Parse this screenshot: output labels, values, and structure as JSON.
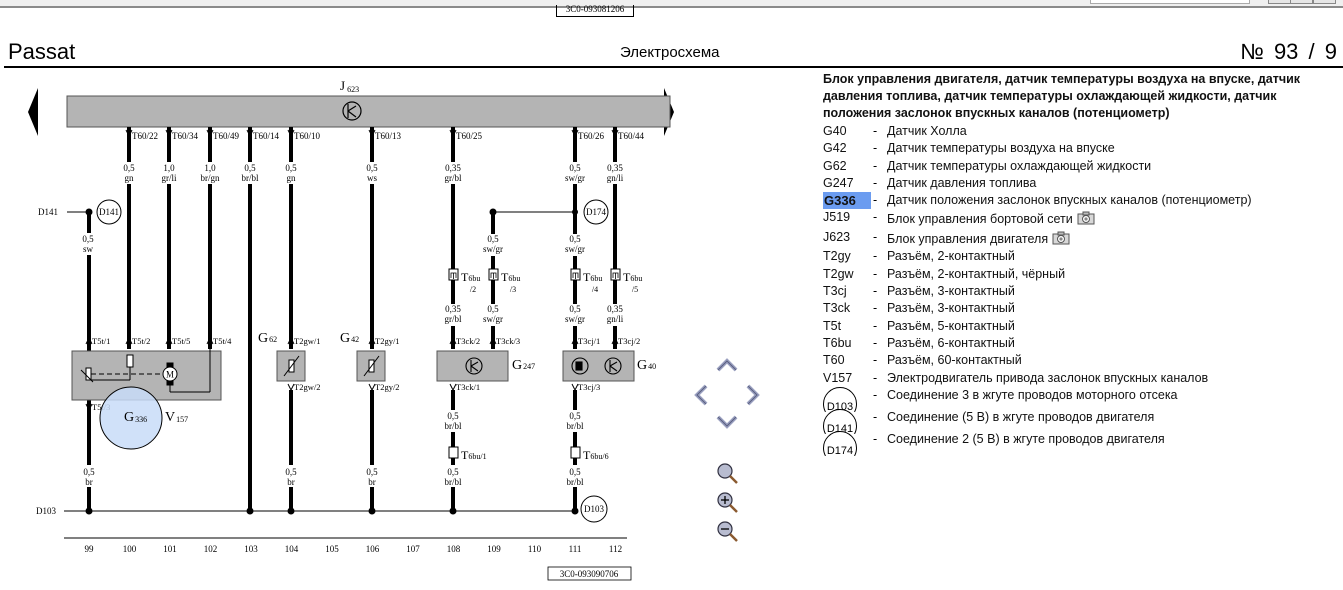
{
  "window": {
    "top_code": "3C0-093081206"
  },
  "header": {
    "model": "Passat",
    "title": "Электросхема",
    "page_number": "№ 93 / 9"
  },
  "diagram": {
    "control_unit": {
      "label": "J",
      "sub": "623"
    },
    "top_pins": [
      "T60/22",
      "T60/34",
      "T60/49",
      "T60/14",
      "T60/10",
      "T60/13",
      "T60/25",
      "T60/26",
      "T60/44"
    ],
    "wires_top": [
      {
        "size": "0,5",
        "color": "gn"
      },
      {
        "size": "1,0",
        "color": "gr/li"
      },
      {
        "size": "1,0",
        "color": "br/gn"
      },
      {
        "size": "0,5",
        "color": "br/bl"
      },
      {
        "size": "0,5",
        "color": "gn"
      },
      {
        "size": "0,5",
        "color": "ws"
      },
      {
        "size": "0,35",
        "color": "gr/bl"
      },
      {
        "size": "0,5",
        "color": "sw/gr"
      },
      {
        "size": "0,35",
        "color": "gn/li"
      }
    ],
    "d141": {
      "label": "D141",
      "wire_size": "0,5",
      "wire_color": "sw"
    },
    "d174": {
      "label": "D174"
    },
    "d103": {
      "label": "D103"
    },
    "mid_wires": [
      {
        "size": "0,5",
        "color": "sw/gr"
      },
      {
        "size": "0,5",
        "color": "sw/gr"
      }
    ],
    "t6bu_connectors": [
      {
        "main": "T6bu",
        "pin": "/2"
      },
      {
        "main": "T6bu",
        "pin": "/3"
      },
      {
        "main": "T6bu",
        "pin": "/4"
      },
      {
        "main": "T6bu",
        "pin": "/5"
      }
    ],
    "after_t6bu_wires": [
      {
        "size": "0,35",
        "color": "gr/bl"
      },
      {
        "size": "0,5",
        "color": "sw/gr"
      },
      {
        "size": "0,5",
        "color": "sw/gr"
      },
      {
        "size": "0,35",
        "color": "gn/li"
      }
    ],
    "components": {
      "v157": {
        "label": "V",
        "sub": "157",
        "motor": "M",
        "pins": [
          "T5t/1",
          "T5t/2",
          "T5t/5",
          "T5t/4",
          "T5t/3"
        ]
      },
      "g336": {
        "label": "G",
        "sub": "336"
      },
      "g62": {
        "label": "G",
        "sub": "62",
        "pins": [
          "T2gw/1",
          "T2gw/2"
        ]
      },
      "g42": {
        "label": "G",
        "sub": "42",
        "pins": [
          "T2gy/1",
          "T2gy/2"
        ]
      },
      "g247": {
        "label": "G",
        "sub": "247",
        "pins": [
          "T3ck/2",
          "T3ck/3",
          "T3ck/1"
        ]
      },
      "g40": {
        "label": "G",
        "sub": "40",
        "pins": [
          "T3cj/1",
          "T3cj/2",
          "T3cj/3"
        ]
      }
    },
    "lower_wires": [
      {
        "size": "0,5",
        "color": "br/bl"
      },
      {
        "size": "0,5",
        "color": "br/bl"
      }
    ],
    "lower_t6bu": [
      "T6bu/1",
      "T6bu/6"
    ],
    "bottom_wires": [
      {
        "size": "0,5",
        "color": "br"
      },
      {
        "size": "0,5",
        "color": "br"
      },
      {
        "size": "0,5",
        "color": "br"
      },
      {
        "size": "0,5",
        "color": "br/bl"
      },
      {
        "size": "0,5",
        "color": "br/bl"
      }
    ],
    "column_numbers": [
      "99",
      "100",
      "101",
      "102",
      "103",
      "104",
      "105",
      "106",
      "107",
      "108",
      "109",
      "110",
      "111",
      "112"
    ],
    "bottom_code": "3C0-093090706"
  },
  "navigation": {
    "prev_page_icon": "triangle-left",
    "next_page_icon": "triangle-right",
    "pan": [
      "up",
      "left",
      "right",
      "down"
    ],
    "zoom": [
      "zoom-fit",
      "zoom-in",
      "zoom-out"
    ]
  },
  "legend": {
    "title": "Блок управления двигателя, датчик температуры воздуха на впуске, датчик давления топлива, датчик температуры охлаждающей жидкости, датчик положения заслонок впускных каналов (потенциометр)",
    "items": [
      {
        "code": "G40",
        "desc": "Датчик Холла"
      },
      {
        "code": "G42",
        "desc": "Датчик температуры воздуха на впуске"
      },
      {
        "code": "G62",
        "desc": "Датчик температуры охлаждающей жидкости"
      },
      {
        "code": "G247",
        "desc": "Датчик давления топлива"
      },
      {
        "code": "G336",
        "desc": "Датчик положения заслонок впускных каналов (потенциометр)",
        "highlighted": true
      },
      {
        "code": "J519",
        "desc": "Блок управления бортовой сети",
        "camera": true
      },
      {
        "code": "J623",
        "desc": "Блок управления двигателя",
        "camera": true
      },
      {
        "code": "T2gy",
        "desc": "Разъём, 2-контактный"
      },
      {
        "code": "T2gw",
        "desc": "Разъём, 2-контактный, чёрный"
      },
      {
        "code": "T3cj",
        "desc": "Разъём, 3-контактный"
      },
      {
        "code": "T3ck",
        "desc": "Разъём, 3-контактный"
      },
      {
        "code": "T5t",
        "desc": "Разъём, 5-контактный"
      },
      {
        "code": "T6bu",
        "desc": "Разъём, 6-контактный"
      },
      {
        "code": "T60",
        "desc": "Разъём, 60-контактный"
      },
      {
        "code": "V157",
        "desc": "Электродвигатель привода заслонок впускных каналов"
      }
    ],
    "connections": [
      {
        "code": "D103",
        "desc": "Соединение 3 в жгуте проводов моторного отсека"
      },
      {
        "code": "D141",
        "desc": "Соединение (5 В) в жгуте проводов двигателя"
      },
      {
        "code": "D174",
        "desc": "Соединение 2 (5 В) в жгуте проводов двигателя"
      }
    ]
  },
  "colors": {
    "component_fill": "#b4b4b4",
    "highlight_circle": "#c8dcf8",
    "highlight_code": "#6b9cf0",
    "nav_arrow": "#9aa0c0"
  }
}
